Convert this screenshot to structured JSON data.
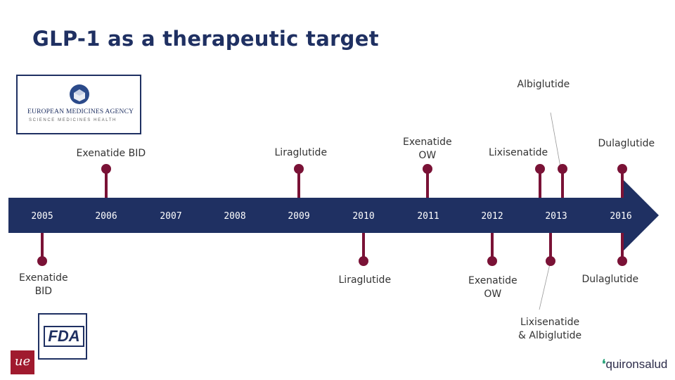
{
  "title": "GLP-1 as a therapeutic target",
  "logos": {
    "ema_line1": "EUROPEAN MEDICINES AGENCY",
    "ema_line2": "SCIENCE   MEDICINES   HEALTH",
    "fda": "FDA",
    "ue": "ue",
    "quironsalud": "quironsalud"
  },
  "colors": {
    "timeline": "#1f3062",
    "pin": "#7a1236",
    "title": "#1f3062"
  },
  "years": [
    "2005",
    "2006",
    "2007",
    "2008",
    "2009",
    "2010",
    "2011",
    "2012",
    "2013",
    "2016"
  ],
  "ema_approvals": [
    {
      "label_lines": [
        "Exenatide BID"
      ],
      "year": "2006"
    },
    {
      "label_lines": [
        "Liraglutide"
      ],
      "year": "2009"
    },
    {
      "label_lines": [
        "Exenatide",
        "OW"
      ],
      "year": "2011"
    },
    {
      "label_lines": [
        "Lixisenatide"
      ],
      "year": "2013"
    },
    {
      "label_lines": [
        "Albiglutide"
      ],
      "year": "2013"
    },
    {
      "label_lines": [
        "Dulaglutide"
      ],
      "year": "2016"
    }
  ],
  "fda_approvals": [
    {
      "label_lines": [
        "Exenatide",
        "BID"
      ],
      "year": "2005"
    },
    {
      "label_lines": [
        "Liraglutide"
      ],
      "year": "2010"
    },
    {
      "label_lines": [
        "Exenatide",
        "OW"
      ],
      "year": "2012"
    },
    {
      "label_lines": [
        "Lixisenatide",
        "& Albiglutide"
      ],
      "year": "2013"
    },
    {
      "label_lines": [
        "Dulaglutide"
      ],
      "year": "2016"
    }
  ]
}
